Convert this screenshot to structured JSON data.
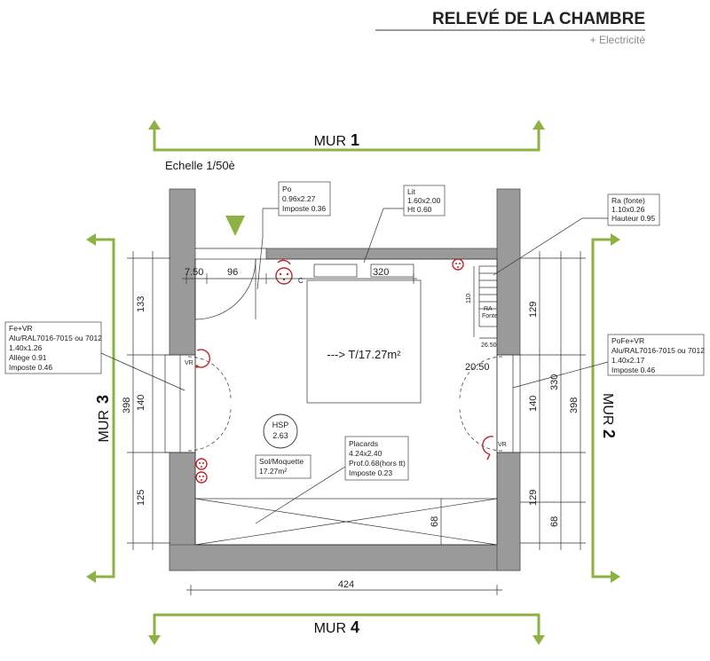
{
  "header": {
    "title": "RELEVÉ DE LA CHAMBRE",
    "subtitle": "+ Electricité"
  },
  "scale": "Echelle 1/50è",
  "walls": {
    "top": {
      "prefix": "MUR",
      "num": "1"
    },
    "right": {
      "prefix": "MUR",
      "num": "2"
    },
    "left": {
      "prefix": "MUR",
      "num": "3"
    },
    "bottom": {
      "prefix": "MUR",
      "num": "4"
    }
  },
  "labels": {
    "door": [
      "Po",
      "0.96x2.27",
      "Imposte 0.36"
    ],
    "bed": [
      "Lit",
      "1.60x2.00",
      "Ht 0.60"
    ],
    "radiator": [
      "Ra (fonte)",
      "1.10x0.26",
      "Hauteur 0.95"
    ],
    "window_left": [
      "Fe+VR",
      "Alu/RAL7016-7015 ou 7012",
      "1.40x1.26",
      "Allège 0.91",
      "Imposte 0.46"
    ],
    "window_right": [
      "PoFe+VR",
      "Alu/RAL7016-7015 ou 7012",
      "1.40x2.17",
      "Imposte 0.46"
    ],
    "closets": [
      "Placards",
      "4.24x2.40",
      "Prof.0.68(hors tt)",
      "Imposte 0.23"
    ],
    "floor": [
      "Sol/Moquette",
      "17.27m²"
    ]
  },
  "room": {
    "area": "---> T/17.27m²",
    "hsp_label": "HSP",
    "hsp_value": "2.63",
    "radiator_tag": [
      "RA",
      "Fonte"
    ],
    "vr": "VR",
    "outlet_c": "C"
  },
  "dims": {
    "top_a": "7.50",
    "top_b": "96",
    "top_c": "320",
    "left_a": "133",
    "left_b": "398",
    "left_c": "140",
    "left_d": "125",
    "right_a": "129",
    "right_b": "330",
    "right_c": "398",
    "right_d": "140",
    "right_e": "129",
    "right_f": "68",
    "right_inner": "20.50",
    "rad_small_a": "110",
    "rad_small_b": "26.50",
    "closet_depth": "68",
    "bottom": "424"
  },
  "colors": {
    "accent_green": "#8db243",
    "wall_grey": "#9a9a9a",
    "electric_red": "#c0262d"
  }
}
